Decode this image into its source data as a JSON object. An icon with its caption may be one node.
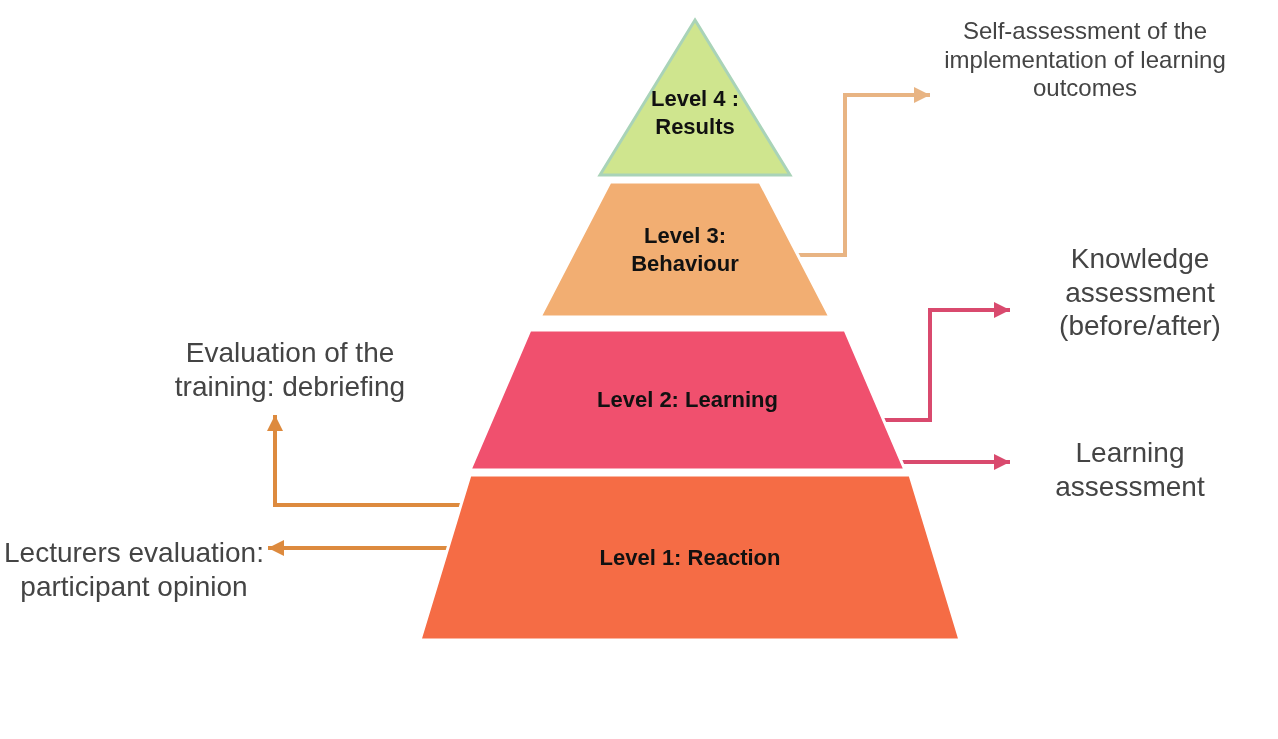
{
  "diagram": {
    "nodes": [
      {
        "text": [
          "Level 4 : Results"
        ]
      },
      {
        "text": [
          "Level 3: Behaviour"
        ]
      },
      {
        "text": [
          "Level 2: Learning"
        ]
      },
      {
        "text": [
          "Level 1: Reaction"
        ]
      },
      {
        "text": [
          "Self-assessment of the implementation of learning outcomes"
        ]
      },
      {
        "text": [
          "Knowledge assessment (before/after)"
        ]
      },
      {
        "text": [
          "Evaluation of the training: debriefing"
        ]
      },
      {
        "text": [
          "Learning assessment"
        ]
      },
      {
        "text": [
          "Lecturers evaluation: participant opinion"
        ]
      }
    ],
    "edges": [
      {
        "from": 1,
        "to": 4,
        "arrow": "to",
        "color": "#e8b483"
      },
      {
        "from": 2,
        "to": 5,
        "arrow": "to",
        "color": "#d94a6e"
      },
      {
        "from": 2,
        "to": 7,
        "arrow": "to",
        "color": "#d94a6e"
      },
      {
        "from": 3,
        "to": 6,
        "arrow": "to",
        "color": "#dd8a3e"
      },
      {
        "from": 3,
        "to": 8,
        "arrow": "to",
        "color": "#dd8a3e"
      }
    ]
  }
}
